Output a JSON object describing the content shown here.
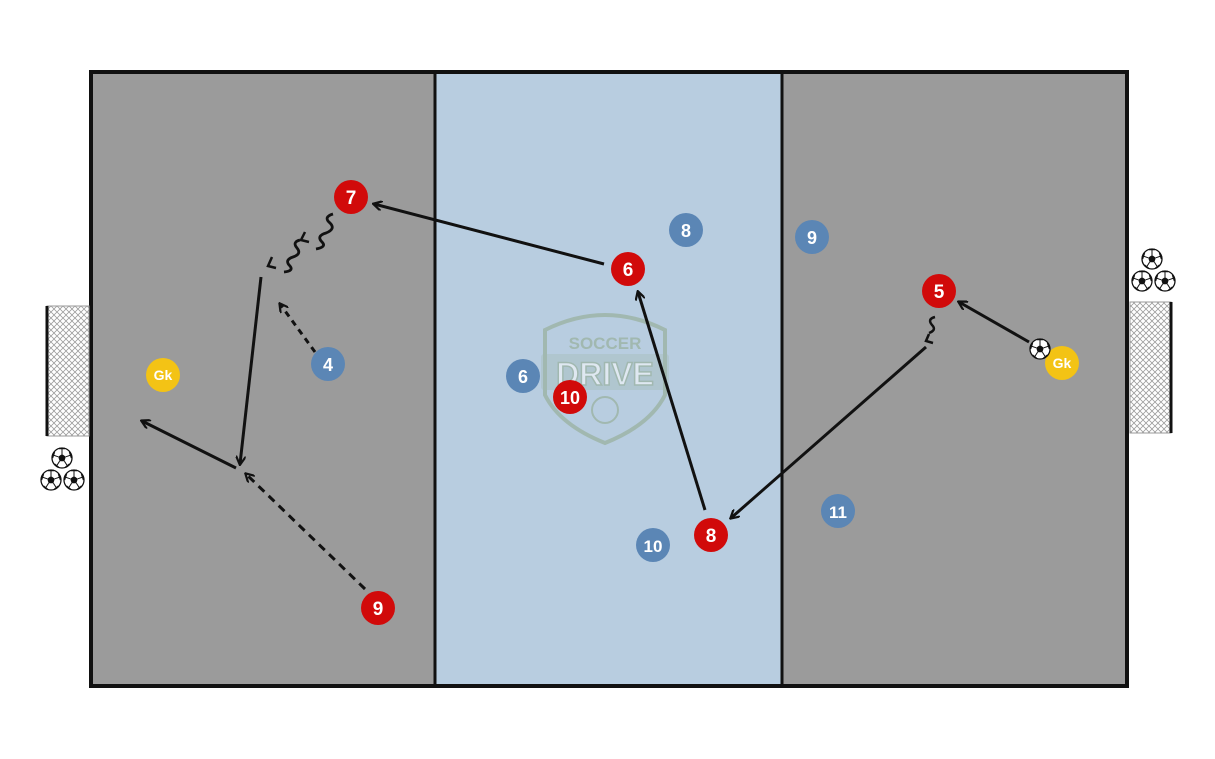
{
  "diagram": {
    "colors": {
      "outer_zone": "#9b9b9b",
      "middle_zone": "#b8cde0",
      "middle_zone_border": "#5a7fa3",
      "outline": "#111111",
      "red_team": "#d10a0a",
      "blue_team": "#5b86b5",
      "goalkeeper": "#f3c315",
      "arrow": "#111111",
      "logo": "#8fa88a"
    },
    "logo": {
      "line1": "SOCCER",
      "line2": "DRIVE"
    },
    "goalkeepers": [
      {
        "id": "gk-left",
        "label": "Gk"
      },
      {
        "id": "gk-right",
        "label": "Gk"
      }
    ],
    "red_players": [
      {
        "id": "red-7",
        "number": "7"
      },
      {
        "id": "red-6",
        "number": "6"
      },
      {
        "id": "red-5",
        "number": "5"
      },
      {
        "id": "red-10",
        "number": "10"
      },
      {
        "id": "red-8",
        "number": "8"
      },
      {
        "id": "red-9",
        "number": "9"
      }
    ],
    "blue_players": [
      {
        "id": "blue-8",
        "number": "8"
      },
      {
        "id": "blue-9",
        "number": "9"
      },
      {
        "id": "blue-4",
        "number": "4"
      },
      {
        "id": "blue-6",
        "number": "6"
      },
      {
        "id": "blue-10",
        "number": "10"
      },
      {
        "id": "blue-11",
        "number": "11"
      }
    ],
    "movement_types": {
      "pass": "solid-arrow",
      "run": "dashed-arrow",
      "dribble": "wavy-line"
    }
  }
}
